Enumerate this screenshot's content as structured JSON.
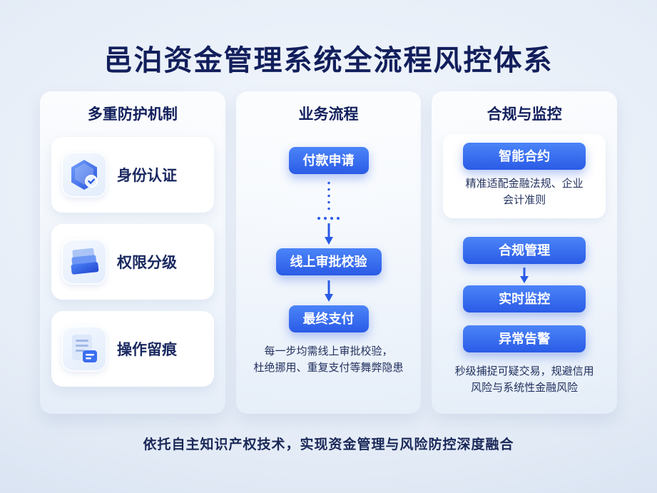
{
  "title": "邑泊资金管理系统全流程风控体系",
  "protection": {
    "header": "多重防护机制",
    "cards": [
      {
        "label": "身份认证",
        "icon": "identity-shield-check-icon"
      },
      {
        "label": "权限分级",
        "icon": "stacked-layers-icon"
      },
      {
        "label": "操作留痕",
        "icon": "document-log-icon"
      }
    ]
  },
  "process": {
    "header": "业务流程",
    "steps": [
      {
        "label": "付款申请"
      },
      {
        "label": "线上审批校验"
      },
      {
        "label": "最终支付"
      }
    ],
    "caption_line1": "每一步均需线上审批校验，",
    "caption_line2": "杜绝挪用、重复支付等舞弊隐患"
  },
  "compliance": {
    "header": "合规与监控",
    "smart_contract_label": "智能合约",
    "smart_contract_desc": "精准适配金融法规、企业会计准则",
    "steps": [
      {
        "label": "合规管理"
      },
      {
        "label": "实时监控"
      },
      {
        "label": "异常告警"
      }
    ],
    "caption": "秒级捕捉可疑交易，规避信用风险与系统性金融风险"
  },
  "footer": "依托自主知识产权技术，实现资金管理与风险防控深度融合",
  "colors": {
    "accent_blue": "#2a5be6",
    "button_gradient_top": "#4b84f8",
    "button_gradient_bottom": "#2a5be6",
    "title_navy": "#121f5c",
    "background_light": "#e6edf7"
  }
}
